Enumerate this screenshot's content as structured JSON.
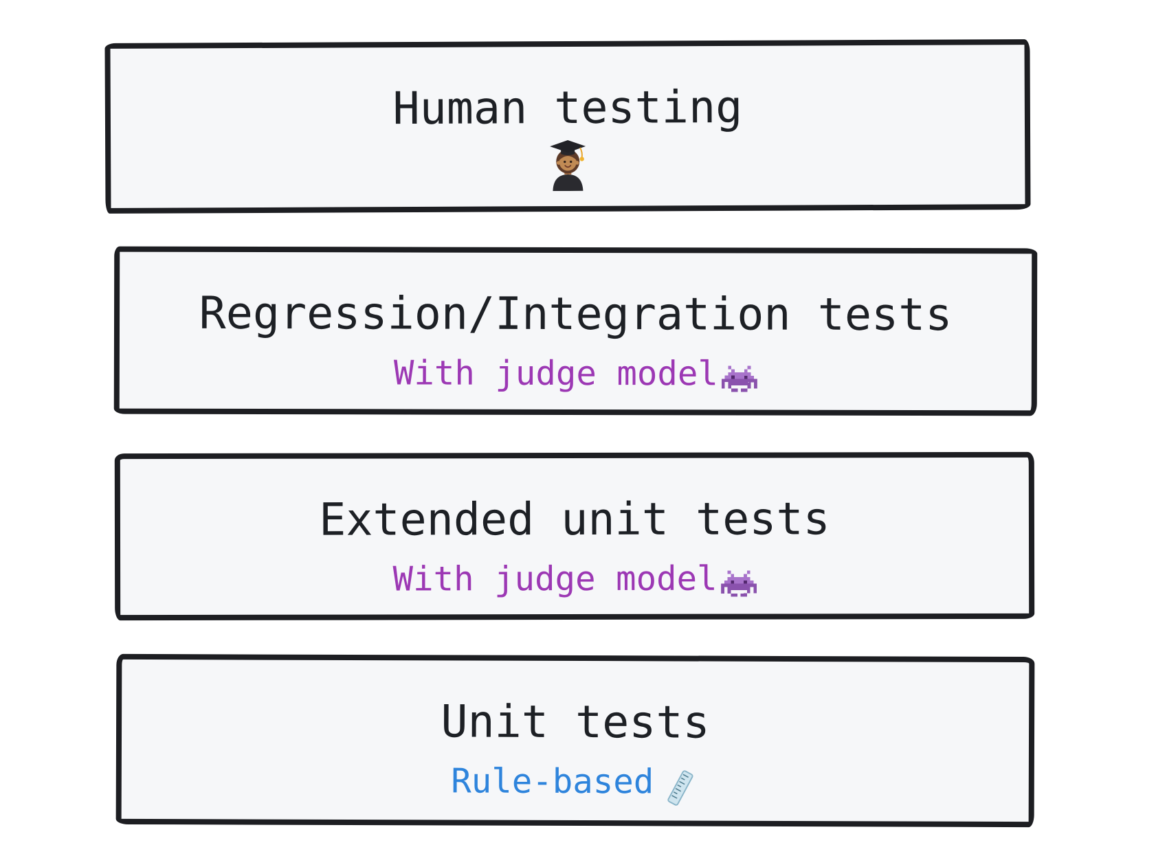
{
  "diagram": {
    "boxes": [
      {
        "title": "Human testing",
        "subtitle": "",
        "icon": "student-emoji"
      },
      {
        "title": "Regression/Integration tests",
        "subtitle": "With judge model",
        "icon": "alien-monster-emoji"
      },
      {
        "title": "Extended unit tests",
        "subtitle": "With judge model",
        "icon": "alien-monster-emoji"
      },
      {
        "title": "Unit tests",
        "subtitle": "Rule-based",
        "icon": "ruler-emoji"
      }
    ],
    "colors": {
      "background": "#ffffff",
      "box_fill": "#f6f7f9",
      "box_border": "#1d1e22",
      "title_text": "#1d2025",
      "judge_subtitle": "#9c38b4",
      "rule_subtitle": "#2e84dc",
      "tassel_gold": "#f0b32f",
      "ruler_blue": "#cfe5ef"
    }
  }
}
